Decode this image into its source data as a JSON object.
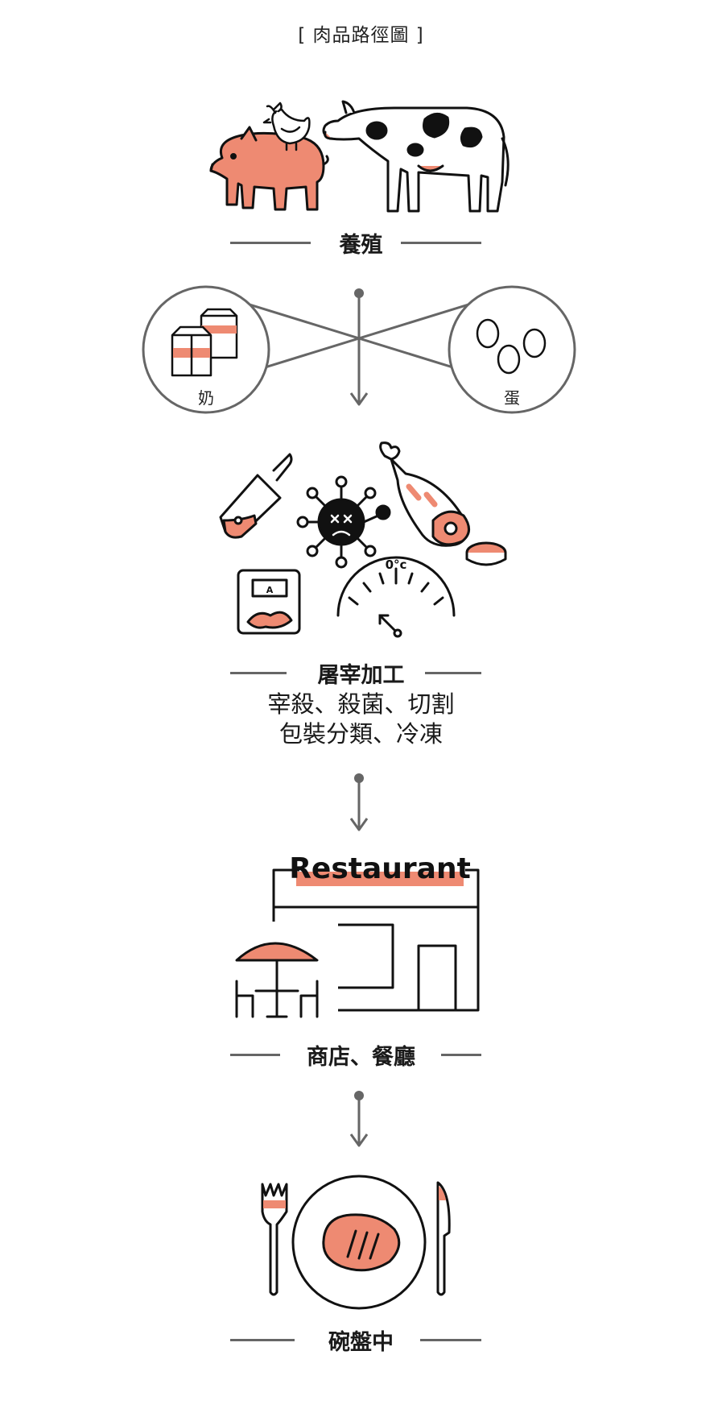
{
  "title": "[ 肉品路徑圖 ]",
  "colors": {
    "accent": "#ee8a72",
    "line": "#666666",
    "ink": "#111111"
  },
  "stages": [
    {
      "label": "養殖",
      "icons": [
        "pig-icon",
        "chicken-icon",
        "cow-icon"
      ]
    },
    {
      "byproducts": [
        {
          "label": "奶",
          "icon": "milk-carton-icon"
        },
        {
          "label": "蛋",
          "icon": "eggs-icon"
        }
      ]
    },
    {
      "label": "屠宰加工",
      "lines": [
        "宰殺、殺菌、切割",
        "包裝分類、冷凍"
      ],
      "icons": [
        "cleaver-icon",
        "virus-icon",
        "ham-icon",
        "meat-package-icon",
        "thermometer-gauge-icon"
      ],
      "gauge_label": "0°c",
      "package_label": "A"
    },
    {
      "label": "商店、餐廳",
      "sign": "Restaurant",
      "icons": [
        "restaurant-building-icon",
        "patio-umbrella-icon"
      ]
    },
    {
      "label": "碗盤中",
      "icons": [
        "fork-icon",
        "plate-steak-icon",
        "knife-icon"
      ]
    }
  ]
}
